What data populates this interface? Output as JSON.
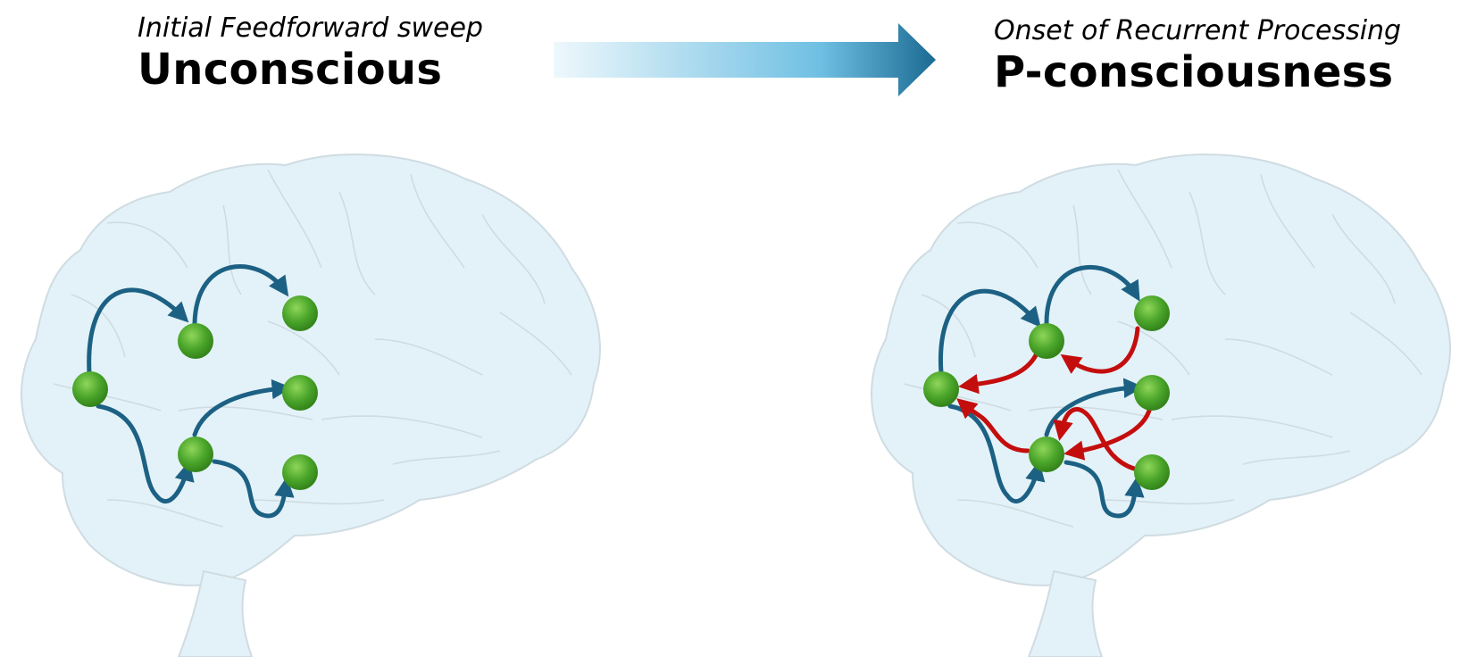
{
  "left_panel": {
    "subtitle": "Initial Feedforward sweep",
    "title": "Unconscious"
  },
  "right_panel": {
    "subtitle": "Onset of Recurrent Processing",
    "title": "P-consciousness"
  },
  "colors": {
    "feedforward": "#1c6184",
    "recurrent": "#c40e0e",
    "node": "#4aa52a",
    "node_highlight": "#8fd65a",
    "brain_fill": "#e3f2f8",
    "brain_stroke": "#cfdce2",
    "arrow_start": "#e8f5fb",
    "arrow_end": "#1a6a93"
  },
  "icons": {
    "transition": "right-arrow-icon",
    "node": "circle-node-icon",
    "brain": "brain-outline-icon"
  }
}
